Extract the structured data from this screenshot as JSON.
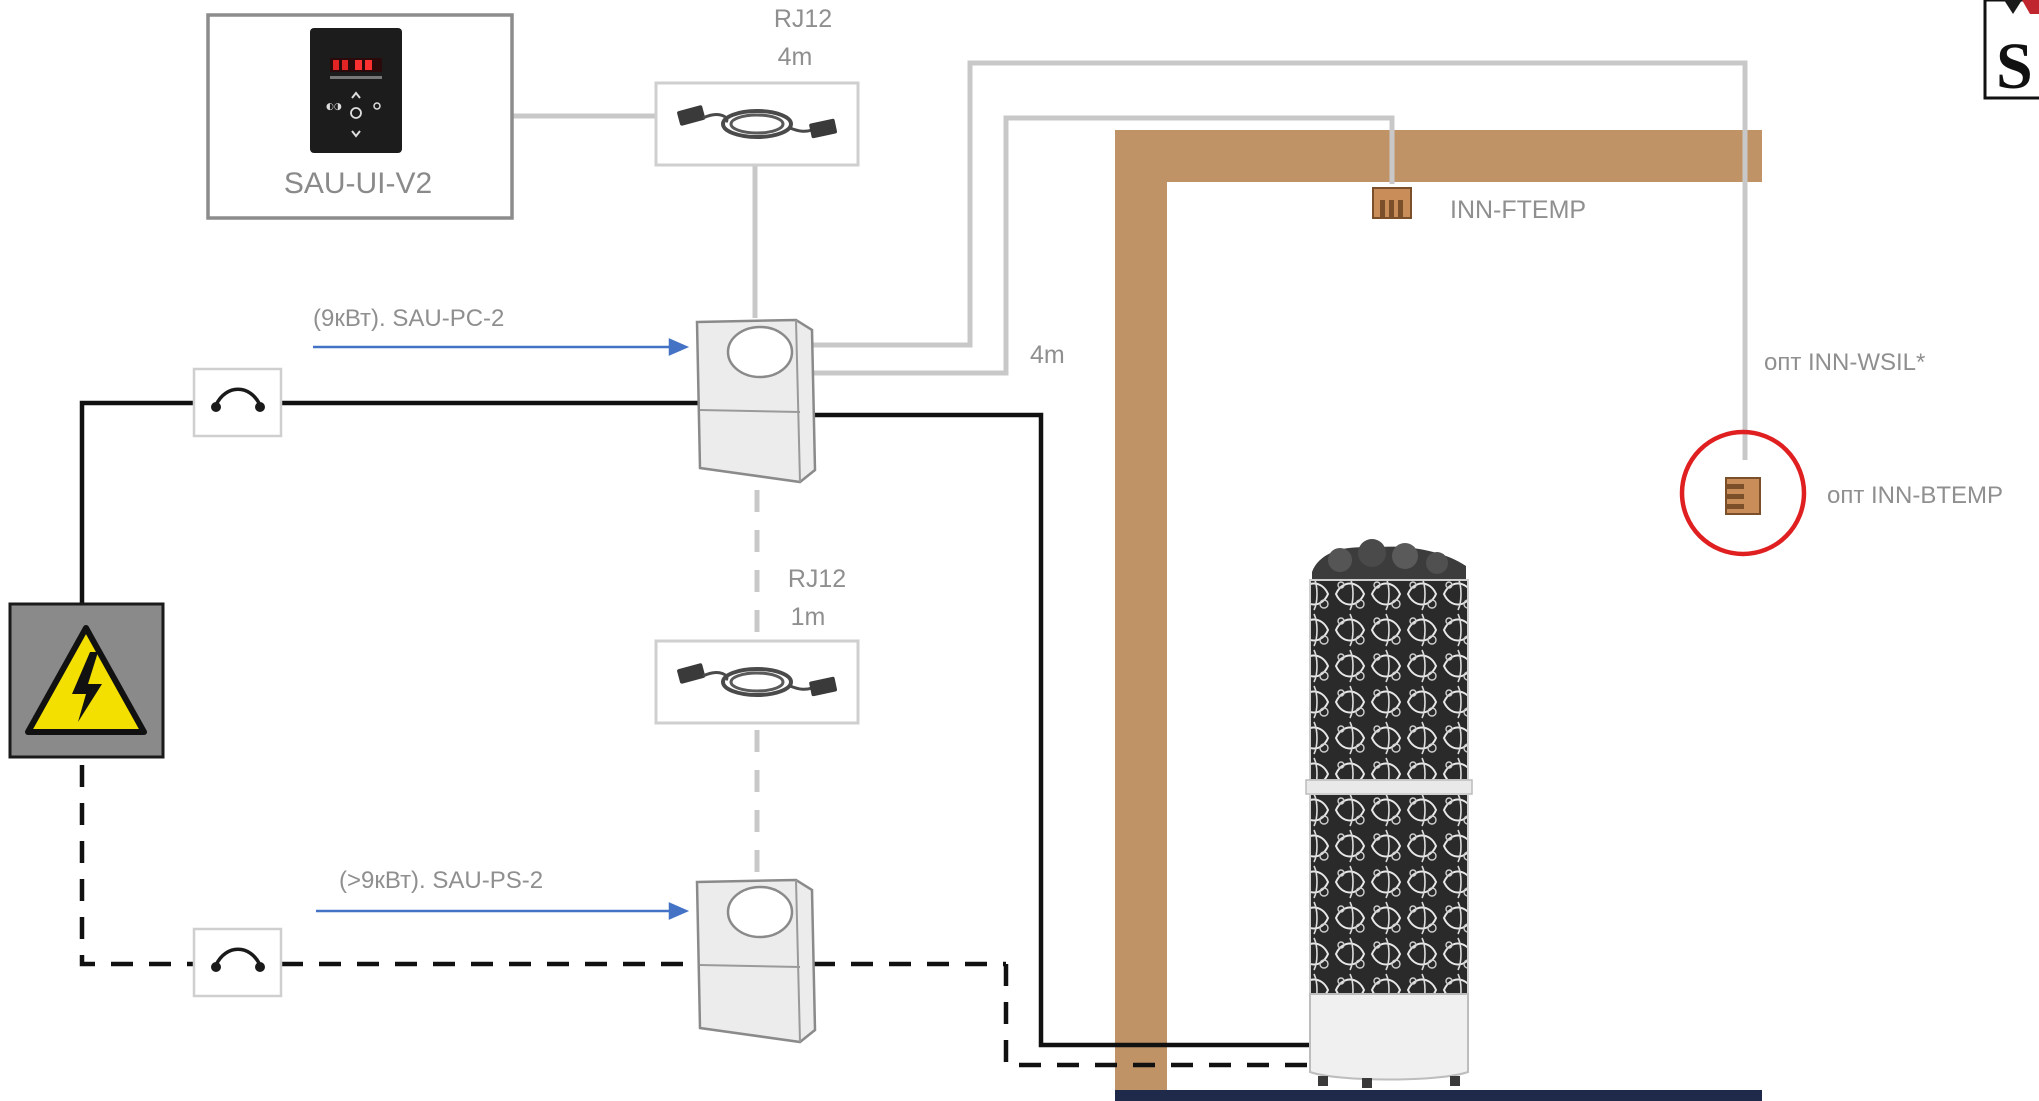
{
  "labels": {
    "ui_panel": "SAU-UI-V2",
    "rj12_top_type": "RJ12",
    "rj12_top_len": "4m",
    "rj12_mid_type": "RJ12",
    "rj12_mid_len": "1m",
    "pc_label": "(9кВт). SAU-PC-2",
    "ps_label": "(>9кВт). SAU-PS-2",
    "cable_len_4m": "4m",
    "ftemp": "INN-FTEMP",
    "wsil": "опт INN-WSIL*",
    "btemp": "опт INN-BTEMP",
    "logo_letter": "S"
  },
  "colors": {
    "gray_cable": "#c8c8c8",
    "power_line": "#111111",
    "blue_arrow": "#4472c4",
    "wood": "#c09367",
    "highlight_circle": "#e02020",
    "floor": "#1f2a4a",
    "hazard_yellow": "#f4e000"
  },
  "icons": {
    "display": "control-panel-display",
    "hazard": "high-voltage-icon",
    "switch": "switch-icon",
    "cable": "rj12-cable-icon",
    "sensor": "temperature-sensor-icon"
  }
}
